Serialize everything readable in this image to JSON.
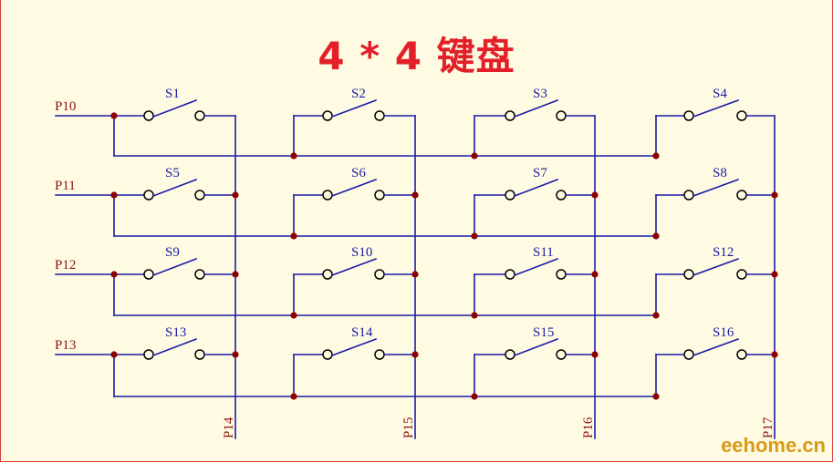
{
  "title": "4 * 4 键盘",
  "watermark": "eehome.cn",
  "colors": {
    "background": "#fffbe2",
    "wire": "#1c1ca8",
    "junction": "#8b0000",
    "switch_label": "#1c1ca8",
    "port_label": "#8b1010",
    "title": "#e3202a",
    "watermark": "#d79a1a"
  },
  "row_ports": [
    "P10",
    "P11",
    "P12",
    "P13"
  ],
  "column_ports": [
    "P14",
    "P15",
    "P16",
    "P17"
  ],
  "switches": [
    [
      "S1",
      "S2",
      "S3",
      "S4"
    ],
    [
      "S5",
      "S6",
      "S7",
      "S8"
    ],
    [
      "S9",
      "S10",
      "S11",
      "S12"
    ],
    [
      "S13",
      "S14",
      "S15",
      "S16"
    ]
  ]
}
